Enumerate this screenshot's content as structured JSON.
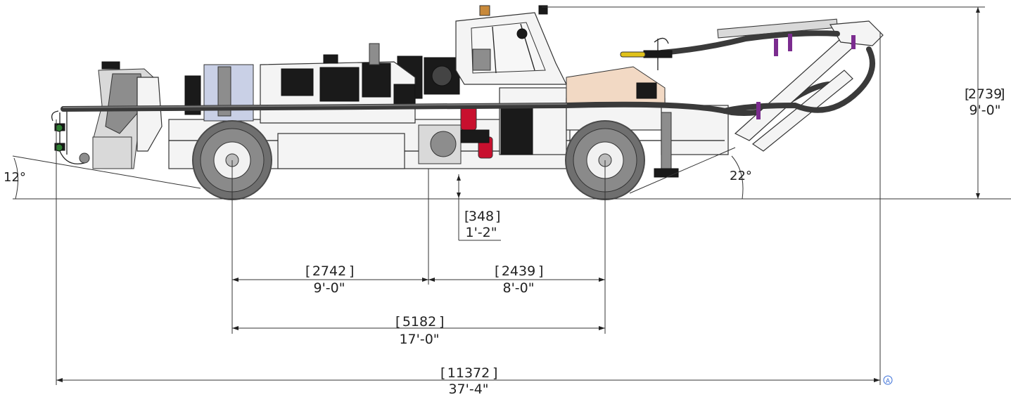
{
  "dimensions": {
    "height": {
      "mm": "2739",
      "ftin": "9'-0\""
    },
    "ground_clearance": {
      "mm": "348",
      "ftin": "1'-2\""
    },
    "rear_axle_to_center": {
      "mm": "2742",
      "ftin": "9'-0\""
    },
    "center_to_front_axle": {
      "mm": "2439",
      "ftin": "8'-0\""
    },
    "wheelbase": {
      "mm": "5182",
      "ftin": "17'-0\""
    },
    "overall_length": {
      "mm": "11372",
      "ftin": "37'-4\""
    }
  },
  "angles": {
    "departure": "12°",
    "approach": "22°"
  },
  "reference_mark": "A",
  "colors": {
    "tire": "#6f6f6f",
    "tire_dark": "#4a4a4a",
    "warning_red": "#c8102e",
    "purple_clamp": "#7b2c8f",
    "beacon": "#c8893a",
    "nozzle_yellow": "#e0c21a",
    "accent_green": "#2e7d32",
    "wood": "#f2d9c4"
  }
}
